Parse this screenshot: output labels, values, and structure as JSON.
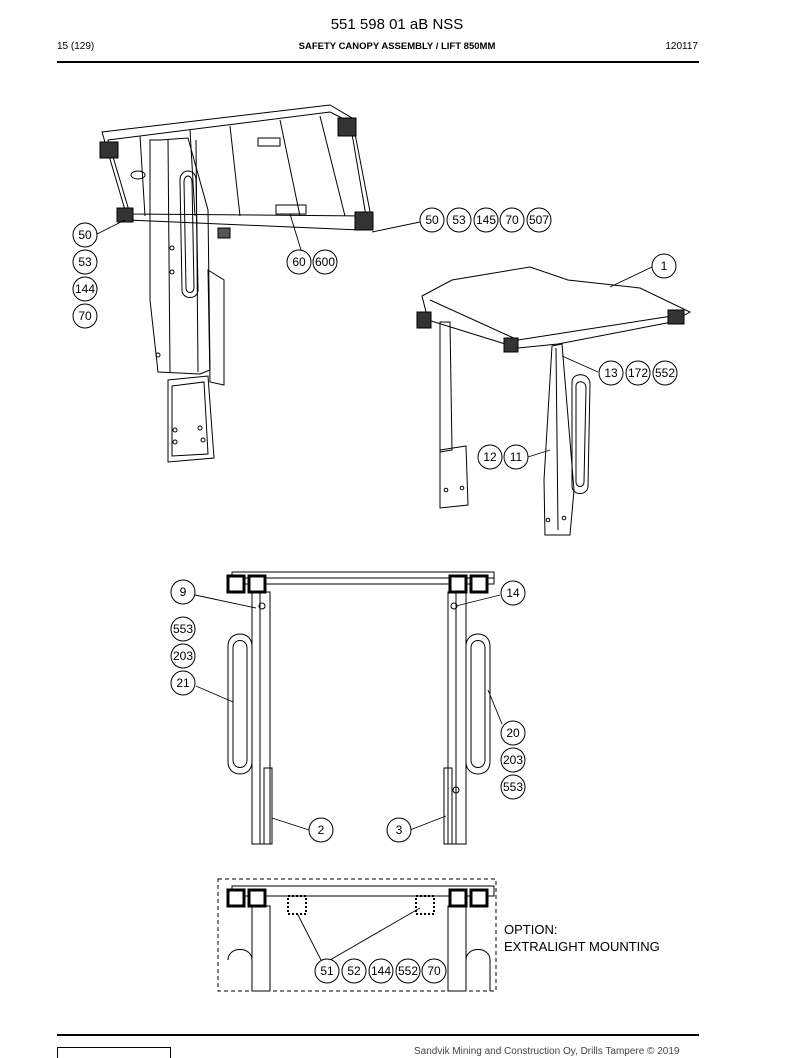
{
  "header": {
    "doc_number": "551 598 01 aB NSS",
    "page": "15 (129)",
    "title": "SAFETY CANOPY ASSEMBLY / LIFT 850MM",
    "code": "120117"
  },
  "callouts": {
    "c50a": "50",
    "c53a": "53",
    "c144a": "144",
    "c70a": "70",
    "c60": "60",
    "c600": "600",
    "c50b": "50",
    "c53b": "53",
    "c145": "145",
    "c70b": "70",
    "c507": "507",
    "c1": "1",
    "c13": "13",
    "c172": "172",
    "c552a": "552",
    "c12": "12",
    "c11": "11",
    "c9": "9",
    "c553a": "553",
    "c203a": "203",
    "c21": "21",
    "c14": "14",
    "c20": "20",
    "c203b": "203",
    "c553b": "553",
    "c2": "2",
    "c3": "3",
    "c51": "51",
    "c52": "52",
    "c144b": "144",
    "c552b": "552",
    "c70c": "70"
  },
  "option": {
    "line1": "OPTION:",
    "line2": "EXTRALIGHT MOUNTING"
  },
  "footer": {
    "copyright": "Sandvik Mining and Construction Oy, Drills Tampere © 2019"
  }
}
